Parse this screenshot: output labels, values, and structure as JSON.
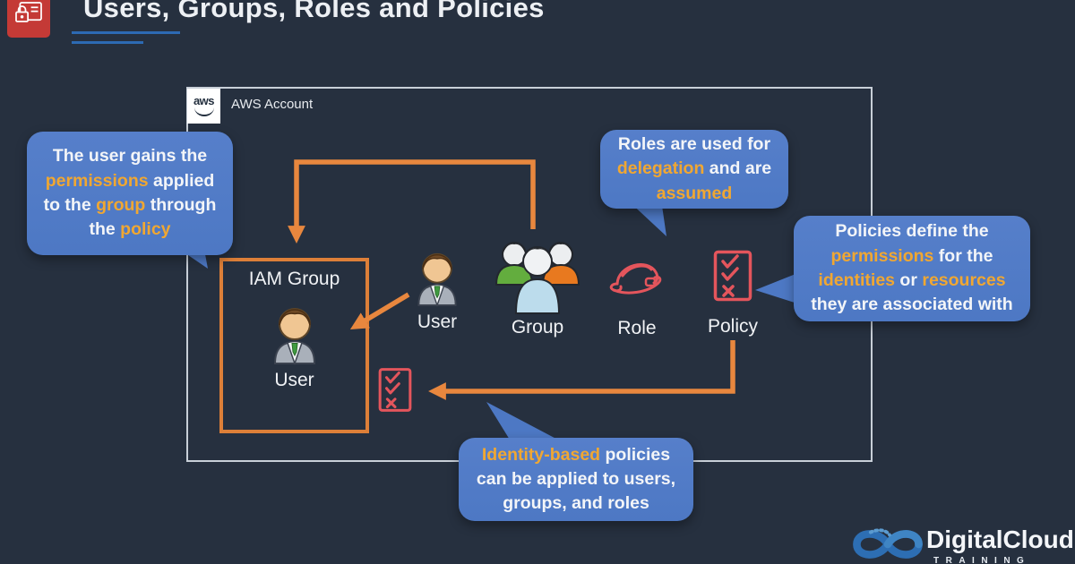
{
  "theme": {
    "background": "#26303f",
    "bubble_blue": "#4d78c4",
    "highlight_orange": "#f0a732",
    "arrow_orange": "#e8873e",
    "iam_box_orange": "#dd7f38",
    "icon_red": "#e4555c",
    "account_border": "#c8cfd8",
    "underline_blue": "#2d6ab3",
    "iam_icon_red": "#c43a36",
    "logo_blue": "#2d6eb3"
  },
  "header": {
    "title": "Users, Groups, Roles and Policies"
  },
  "aws_account": {
    "logo_text": "aws",
    "label": "AWS Account"
  },
  "iam_group": {
    "title": "IAM Group",
    "member_label": "User"
  },
  "entities": {
    "user_label": "User",
    "group_label": "Group",
    "role_label": "Role",
    "policy_label": "Policy"
  },
  "callouts": {
    "user_permissions": {
      "segments": [
        {
          "t": "The user gains the ",
          "h": false
        },
        {
          "t": "permissions",
          "h": true
        },
        {
          "t": " applied to the ",
          "h": false
        },
        {
          "t": "group",
          "h": true
        },
        {
          "t": " through the ",
          "h": false
        },
        {
          "t": "policy",
          "h": true
        }
      ]
    },
    "roles_delegation": {
      "segments": [
        {
          "t": "Roles are used for ",
          "h": false
        },
        {
          "t": "delegation",
          "h": true
        },
        {
          "t": " and are ",
          "h": false
        },
        {
          "t": "assumed",
          "h": true
        }
      ]
    },
    "policies_define": {
      "segments": [
        {
          "t": "Policies define the ",
          "h": false
        },
        {
          "t": "permissions",
          "h": true
        },
        {
          "t": " for the ",
          "h": false
        },
        {
          "t": "identities",
          "h": true
        },
        {
          "t": " or ",
          "h": false
        },
        {
          "t": "resources",
          "h": true
        },
        {
          "t": " they are associated with",
          "h": false
        }
      ]
    },
    "identity_based": {
      "segments": [
        {
          "t": "Identity-based",
          "h": true
        },
        {
          "t": " policies can be applied to users, groups, and roles",
          "h": false
        }
      ]
    }
  },
  "brand": {
    "name": "DigitalCloud",
    "tagline": "TRAINING"
  }
}
